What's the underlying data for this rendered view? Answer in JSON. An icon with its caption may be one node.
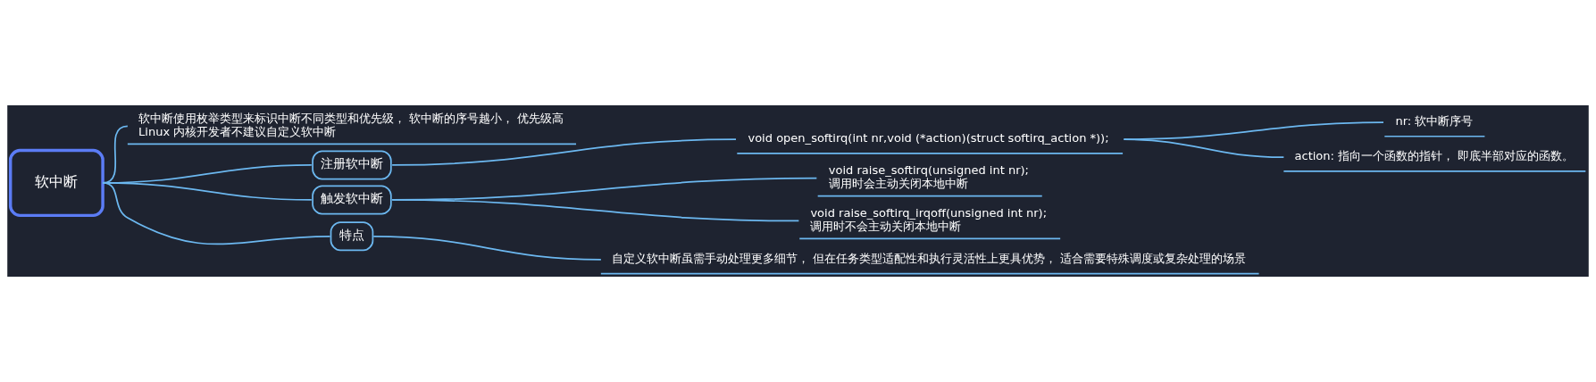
{
  "diagram": {
    "nodes": [
      {
        "text": [
          "软中断"
        ]
      },
      {
        "text": [
          "软中断使用枚举类型来标识中断不同类型和优先级， 软中断的序号越小， 优先级高",
          "Linux 内核开发者不建议自定义软中断"
        ]
      },
      {
        "text": [
          "注册软中断"
        ]
      },
      {
        "text": [
          "void open_softirq(int nr,void (*action)(struct softirq_action *));"
        ]
      },
      {
        "text": [
          "nr: 软中断序号"
        ]
      },
      {
        "text": [
          "action: 指向一个函数的指针， 即底半部对应的函数。"
        ]
      },
      {
        "text": [
          "触发软中断"
        ]
      },
      {
        "text": [
          "void raise_softirq(unsigned int nr);",
          "调用时会主动关闭本地中断"
        ]
      },
      {
        "text": [
          "void raise_softirq_irqoff(unsigned int nr);",
          "调用时不会主动关闭本地中断"
        ]
      },
      {
        "text": [
          "特点"
        ]
      },
      {
        "text": [
          "自定义软中断虽需手动处理更多细节， 但在任务类型适配性和执行灵活性上更具优势， 适合需要特殊调度或复杂处理的场景"
        ]
      }
    ],
    "edges": [
      {
        "from": 0,
        "to": 1,
        "arrow": "none"
      },
      {
        "from": 0,
        "to": 2,
        "arrow": "none"
      },
      {
        "from": 0,
        "to": 6,
        "arrow": "none"
      },
      {
        "from": 0,
        "to": 9,
        "arrow": "none"
      },
      {
        "from": 2,
        "to": 3,
        "arrow": "none"
      },
      {
        "from": 3,
        "to": 4,
        "arrow": "none"
      },
      {
        "from": 3,
        "to": 5,
        "arrow": "none"
      },
      {
        "from": 6,
        "to": 7,
        "arrow": "none"
      },
      {
        "from": 6,
        "to": 8,
        "arrow": "none"
      },
      {
        "from": 9,
        "to": 10,
        "arrow": "none"
      }
    ]
  }
}
